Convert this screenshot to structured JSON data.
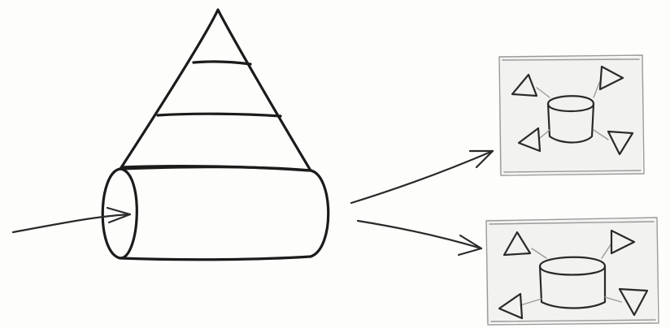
{
  "diagram": {
    "style": "hand-drawn pencil and ink sketch",
    "colors": {
      "ink": "#1b1b1b",
      "pencil": "#9a9a9a",
      "paper": "#fdfdfc"
    },
    "source": {
      "shape": "cylinder",
      "stack_shape": "cone",
      "cone_band_count": 3,
      "incoming_arrow_count": 1
    },
    "targets": [
      {
        "frame": "rectangle",
        "center_shape": "cylinder",
        "triangle_count": 4
      },
      {
        "frame": "rectangle",
        "center_shape": "cylinder",
        "triangle_count": 4
      }
    ],
    "outgoing_arrow_count": 2
  }
}
